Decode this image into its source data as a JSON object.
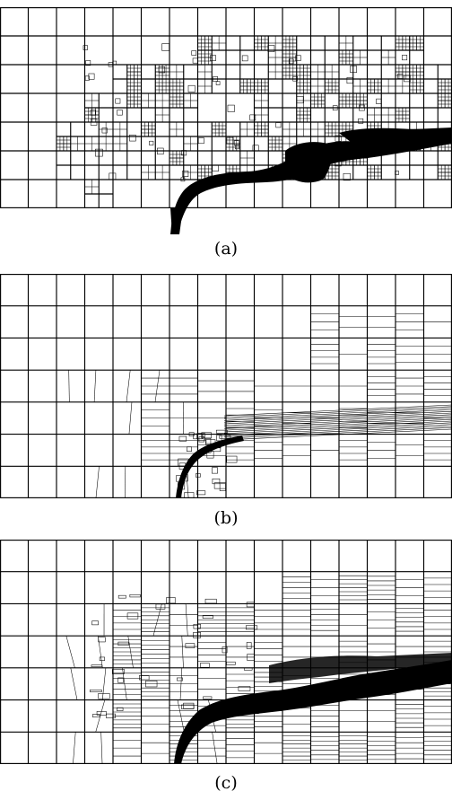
{
  "panels": [
    {
      "caption": "(a)",
      "refinement": "isotropic"
    },
    {
      "caption": "(b)",
      "refinement": "anisotropic"
    },
    {
      "caption": "(c)",
      "refinement": "anisotropic-dense"
    }
  ],
  "colors": {
    "line": "#000000",
    "background": "#ffffff"
  }
}
